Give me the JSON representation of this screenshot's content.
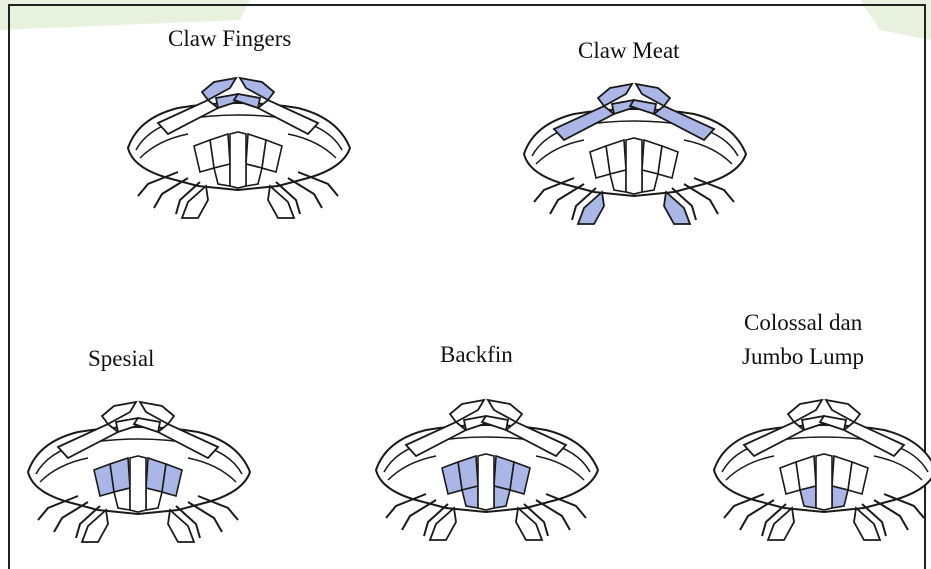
{
  "colors": {
    "highlight": "#aab6e6",
    "outline": "#1a1a1a"
  },
  "figures": [
    {
      "label": "Claw Fingers",
      "highlight": "claw-fingers"
    },
    {
      "label": "Claw Meat",
      "highlight": "claw-meat"
    },
    {
      "label": "Spesial",
      "highlight": "spesial"
    },
    {
      "label": "Backfin",
      "highlight": "backfin"
    },
    {
      "label": "Colossal dan",
      "label2": "Jumbo Lump",
      "highlight": "jumbo-lump"
    }
  ]
}
